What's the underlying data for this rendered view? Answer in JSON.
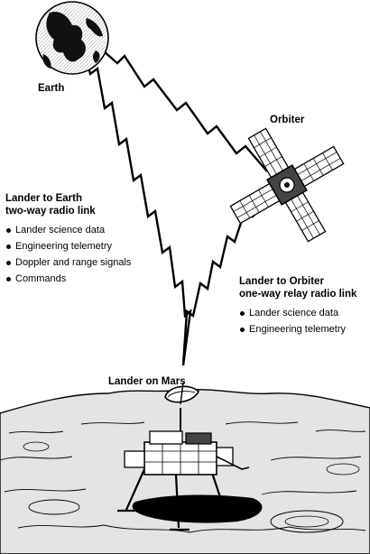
{
  "labels": {
    "earth": "Earth",
    "orbiter": "Orbiter",
    "lander": "Lander on Mars"
  },
  "earth_link": {
    "title_line1": "Lander to Earth",
    "title_line2": "two-way radio link",
    "items": [
      "Lander science data",
      "Engineering telemetry",
      "Doppler and range signals",
      "Commands"
    ]
  },
  "orbiter_link": {
    "title_line1": "Lander to Orbiter",
    "title_line2": "one-way relay radio link",
    "items": [
      "Lander science data",
      "Engineering telemetry"
    ]
  },
  "colors": {
    "ink": "#000000",
    "paper": "#ffffff",
    "land": "#e4e4e4"
  },
  "icons": [
    "earth-globe-icon",
    "orbiter-spacecraft-icon",
    "lander-icon",
    "radio-link-zigzag"
  ]
}
